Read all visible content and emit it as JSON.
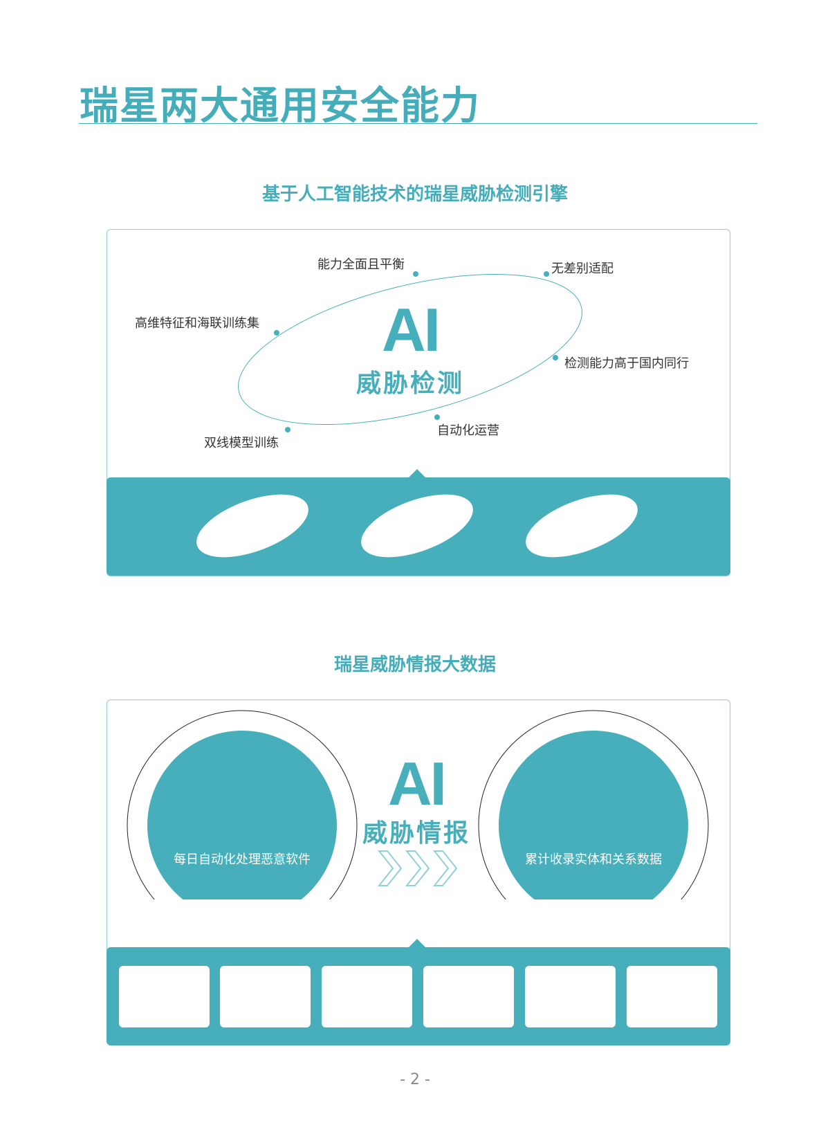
{
  "title": "瑞星两大通用安全能力",
  "section1": {
    "subtitle": "基于人工智能技术的瑞星威胁检测引擎",
    "center_big": "AI",
    "center_sub": "威胁检测",
    "features": [
      "能力全面且平衡",
      "无差别适配",
      "高维特征和海联训练集",
      "检测能力高于国内同行",
      "自动化运营",
      "双线模型训练"
    ]
  },
  "section2": {
    "subtitle": "瑞星威胁情报大数据",
    "center_big": "AI",
    "center_sub": "威胁情报",
    "left_circle": "每日自动化处理恶意软件",
    "right_circle": "累计收录实体和关系数据"
  },
  "page_number": "- 2 -",
  "colors": {
    "accent": "#46afbb"
  }
}
